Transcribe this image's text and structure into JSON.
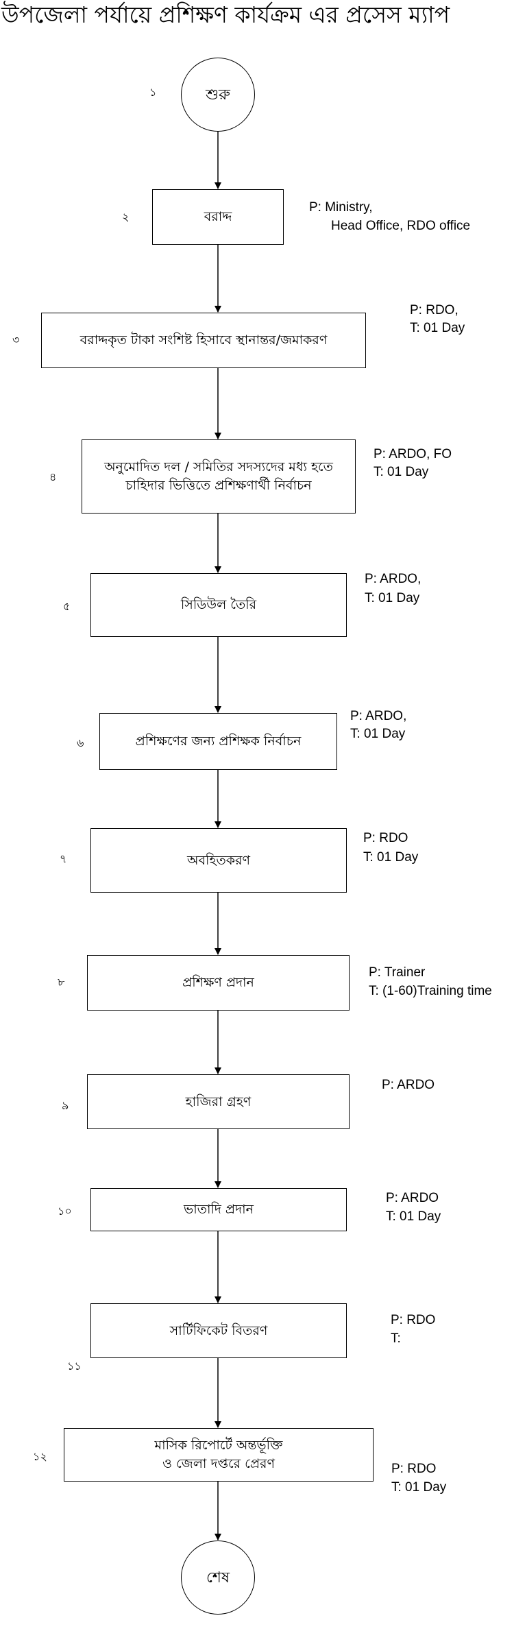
{
  "title": "উপজেলা পর্যায়ে প্রশিক্ষণ কার্যক্রম এর প্রসেস ম্যাপ",
  "steps": [
    {
      "num": "১",
      "label": "শুরু"
    },
    {
      "num": "২",
      "label": "বরাদ্দ",
      "notes": [
        "P:  Ministry,",
        "Head Office, RDO office"
      ]
    },
    {
      "num": "৩",
      "label": "বরাদ্দকৃত টাকা সংশিষ্ট হিসাবে স্থানান্তর/জমাকরণ",
      "notes": [
        "P:  RDO,",
        "T:  01 Day"
      ]
    },
    {
      "num": "৪",
      "label": "অনুমোদিত দল / সমিতির সদস্যদের মধ্য হতে",
      "label2": "চাহিদার ভিত্তিতে প্রশিক্ষণার্থী নির্বাচন",
      "notes": [
        "P:  ARDO, FO",
        "T:  01 Day"
      ]
    },
    {
      "num": "৫",
      "label": "সিডিউল তৈরি",
      "notes": [
        "P:  ARDO,",
        "T:  01 Day"
      ]
    },
    {
      "num": "৬",
      "label": "প্রশিক্ষণের জন্য প্রশিক্ষক নির্বাচন",
      "notes": [
        "P:  ARDO,",
        "T:  01 Day"
      ]
    },
    {
      "num": "৭",
      "label": "অবহিতকরণ",
      "notes": [
        "P: RDO",
        "T:  01 Day"
      ]
    },
    {
      "num": "৮",
      "label": "প্রশিক্ষণ প্রদান",
      "notes": [
        "P: Trainer",
        "T:  (1-60)Training time"
      ]
    },
    {
      "num": "৯",
      "label": "হাজিরা গ্রহণ",
      "notes": [
        "P: ARDO"
      ]
    },
    {
      "num": "১০",
      "label": "ভাতাদি প্রদান",
      "notes": [
        "P: ARDO",
        "T:  01 Day"
      ]
    },
    {
      "num": "১১",
      "label": "সার্টিফিকেট বিতরণ",
      "notes": [
        "P: RDO",
        "T:"
      ]
    },
    {
      "num": "১২",
      "label": "মাসিক রিপোর্টে অন্তর্ভূক্তি",
      "label2": "ও জেলা দপ্তরে প্রেরণ",
      "notes": [
        "P: RDO",
        "T:  01 Day"
      ]
    },
    {
      "label": "শেষ"
    }
  ]
}
